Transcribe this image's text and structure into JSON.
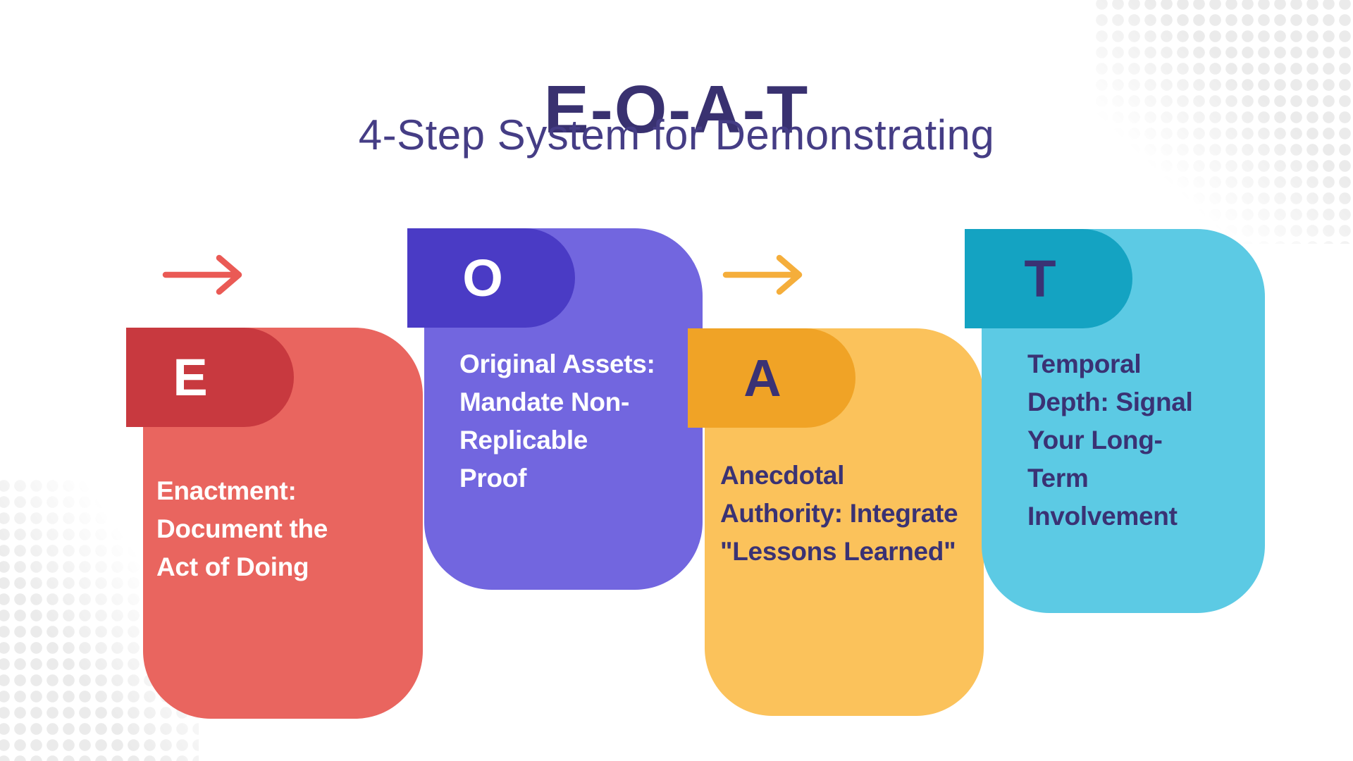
{
  "header": {
    "title": "E-O-A-T",
    "subtitle": "4-Step System for Demonstrating",
    "title_color": "#393170",
    "subtitle_color": "#453D85"
  },
  "steps": [
    {
      "letter": "E",
      "title": "Enactment: Document the Act of Doing",
      "title_lines": [
        "Enactment:",
        "Document the",
        "Act of Doing"
      ],
      "body_color": "#E9655F",
      "tab_color": "#C8393F",
      "letter_color": "#FFFFFF",
      "text_color": "#FFFFFF"
    },
    {
      "letter": "O",
      "title": "Original Assets: Mandate Non-Replicable Proof",
      "title_lines": [
        "Original Assets:",
        "Mandate Non-",
        "Replicable",
        "Proof"
      ],
      "body_color": "#7266DF",
      "tab_color": "#4A3BC5",
      "letter_color": "#FFFFFF",
      "text_color": "#FFFFFF"
    },
    {
      "letter": "A",
      "title": "Anecdotal Authority: Integrate \"Lessons Learned\"",
      "title_lines": [
        "Anecdotal",
        "Authority: Integrate",
        "\"Lessons Learned\""
      ],
      "body_color": "#FBC25B",
      "tab_color": "#F0A326",
      "letter_color": "#3A3274",
      "text_color": "#3A3274"
    },
    {
      "letter": "T",
      "title": "Temporal Depth: Signal Your Long-Term Involvement",
      "title_lines": [
        "Temporal",
        "Depth: Signal",
        "Your Long-",
        "Term",
        "Involvement"
      ],
      "body_color": "#5CCAE4",
      "tab_color": "#14A3C2",
      "letter_color": "#3A3274",
      "text_color": "#3A3274"
    }
  ],
  "arrows": [
    {
      "icon": "arrow-right-icon",
      "color": "#EA5A55"
    },
    {
      "icon": "arrow-right-icon",
      "color": "#F5AE3B"
    }
  ],
  "decor": {
    "dot_color": "#EBEBEB"
  }
}
